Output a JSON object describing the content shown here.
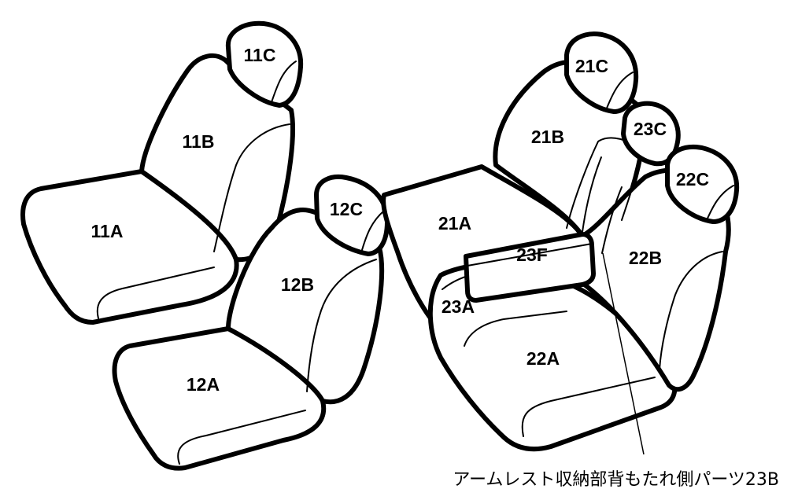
{
  "parts": {
    "p11A": "11A",
    "p11B": "11B",
    "p11C": "11C",
    "p12A": "12A",
    "p12B": "12B",
    "p12C": "12C",
    "p21A": "21A",
    "p21B": "21B",
    "p21C": "21C",
    "p22A": "22A",
    "p22B": "22B",
    "p22C": "22C",
    "p23A": "23A",
    "p23C": "23C",
    "p23F": "23F"
  },
  "callout": {
    "text": "アームレスト収納部背もたれ側パーツ23B"
  }
}
